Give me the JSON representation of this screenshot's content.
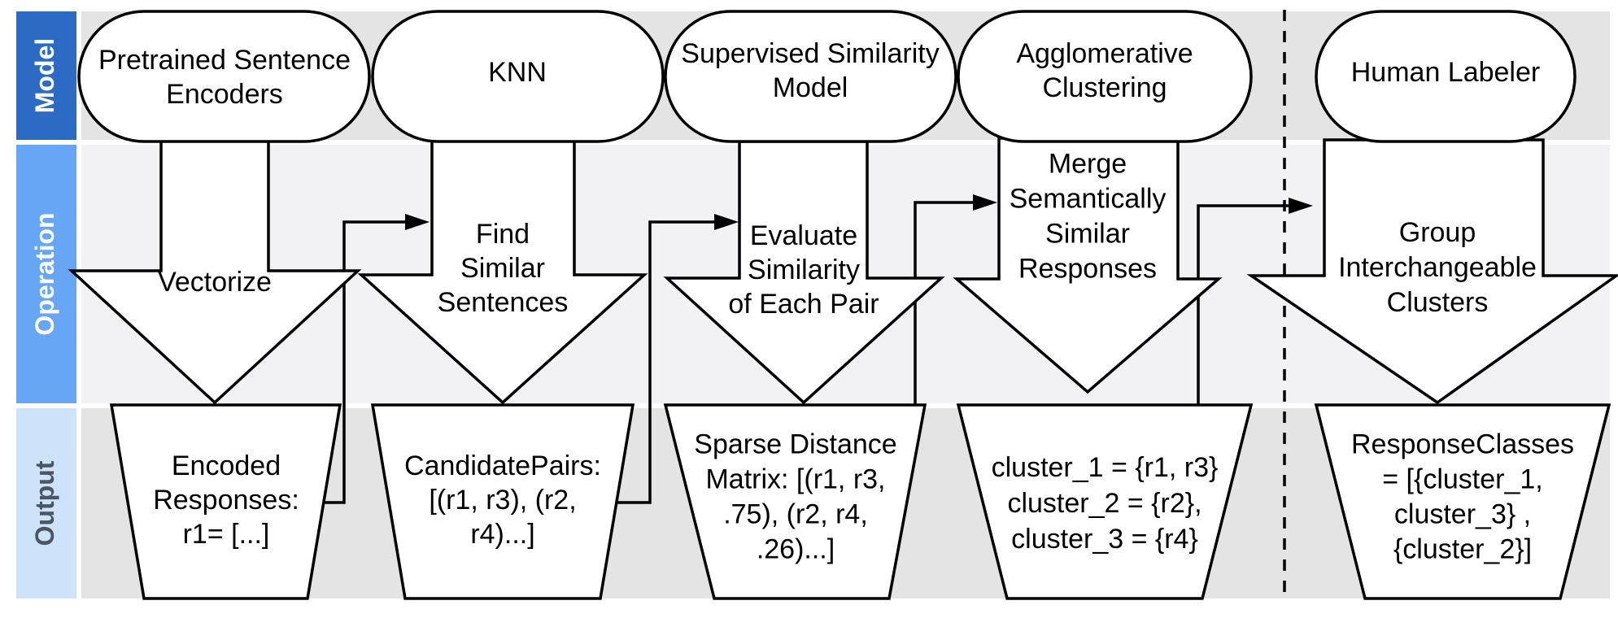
{
  "colors": {
    "lane_model_header": "#2c6bc4",
    "lane_operation_header": "#66a6f5",
    "lane_output_header": "#cde3fa",
    "lane_output_label_text": "#4b5563",
    "lane_bg_dark": "#e4e4e4",
    "lane_bg_light": "#f2f2f4"
  },
  "lanes": [
    {
      "id": "model",
      "label": "Model"
    },
    {
      "id": "operation",
      "label": "Operation"
    },
    {
      "id": "output",
      "label": "Output"
    }
  ],
  "stages": [
    {
      "model": [
        "Pretrained Sentence",
        "Encoders"
      ],
      "operation": [
        "Vectorize"
      ],
      "output": [
        "Encoded",
        "Responses:",
        "r1= [...]"
      ]
    },
    {
      "model": [
        "KNN"
      ],
      "operation": [
        "Find",
        "Similar",
        "Sentences"
      ],
      "output": [
        "CandidatePairs:",
        "[(r1, r3), (r2,",
        "r4)...]"
      ]
    },
    {
      "model": [
        "Supervised Similarity",
        "Model"
      ],
      "operation": [
        "Evaluate",
        "Similarity",
        "of Each Pair"
      ],
      "output": [
        "Sparse Distance",
        "Matrix:  [(r1, r3,",
        ".75), (r2, r4,",
        ".26)...]"
      ]
    },
    {
      "model": [
        "Agglomerative",
        "Clustering"
      ],
      "operation": [
        "Merge",
        "Semantically",
        "Similar",
        "Responses"
      ],
      "output": [
        "cluster_1 = {r1, r3}",
        "cluster_2 = {r2},",
        "cluster_3 = {r4}"
      ]
    },
    {
      "model": [
        "Human Labeler"
      ],
      "operation": [
        "Group",
        "Interchangeable",
        "Clusters"
      ],
      "output": [
        "ResponseClasses",
        "= [{cluster_1,",
        "cluster_3} ,",
        "{cluster_2}]"
      ]
    }
  ]
}
